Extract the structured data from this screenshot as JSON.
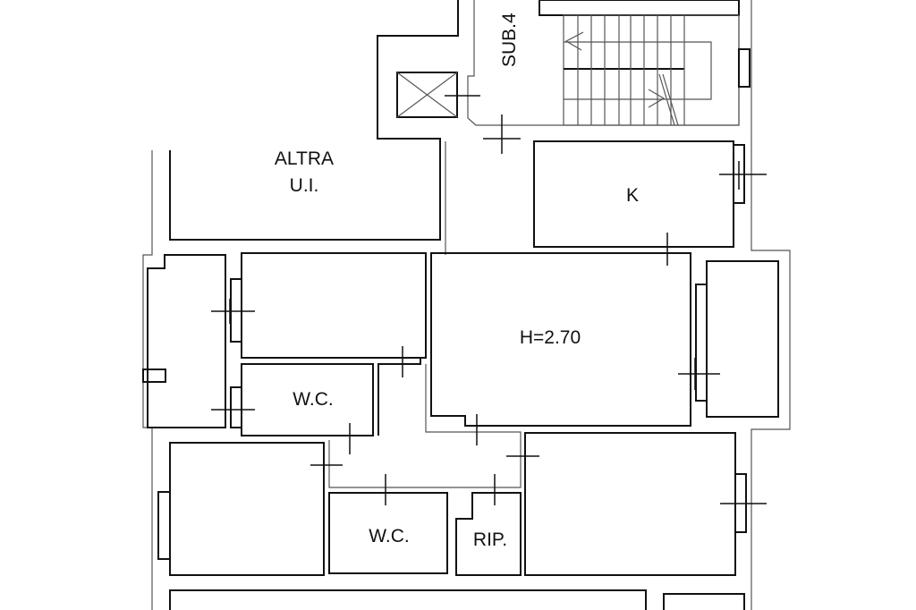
{
  "labels": {
    "sub": "SUB.4",
    "altra_line1": "ALTRA",
    "altra_line2": "U.I.",
    "kitchen": "K",
    "height": "H=2.70",
    "wc_upper": "W.C.",
    "wc_lower": "W.C.",
    "storage": "RIP."
  }
}
